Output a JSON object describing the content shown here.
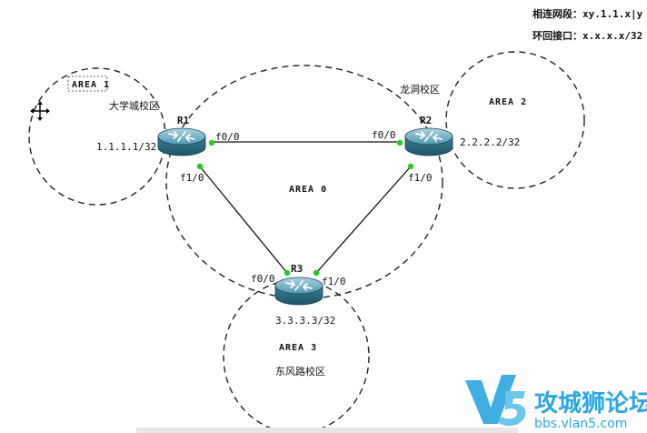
{
  "legend": {
    "subnet_label": "相连网段：xy.1.1.x|y",
    "loopback_label": "环回接口：x.x.x.x/32"
  },
  "areas": {
    "area1": "AREA 1",
    "area2": "AREA 2",
    "area0": "AREA 0",
    "area3": "AREA 3"
  },
  "campuses": {
    "area1": "大学城校区",
    "area2": "龙洞校区",
    "area3": "东风路校区"
  },
  "routers": {
    "r1": {
      "name": "R1",
      "loopback": "1.1.1.1/32"
    },
    "r2": {
      "name": "R2",
      "loopback": "2.2.2.2/32"
    },
    "r3": {
      "name": "R3",
      "loopback": "3.3.3.3/32"
    }
  },
  "interfaces": {
    "r1_f00": "f0/0",
    "r1_f10": "f1/0",
    "r2_f00": "f0/0",
    "r2_f10": "f1/0",
    "r3_f00": "f0/0",
    "r3_f10": "f1/0"
  },
  "watermark": {
    "logo_text": "V5",
    "title": "攻城狮论坛",
    "url": "bbs.vlan5.com"
  },
  "colors": {
    "link_up": "#22cc22",
    "router_body": "#3f8aa3",
    "watermark": "#2ba6e0"
  }
}
